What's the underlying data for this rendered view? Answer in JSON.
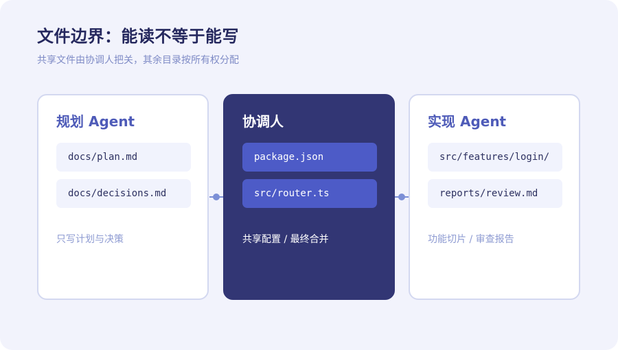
{
  "header": {
    "title": "文件边界：能读不等于能写",
    "subtitle": "共享文件由协调人把关，其余目录按所有权分配"
  },
  "panels": [
    {
      "title": "规划 Agent",
      "files": [
        "docs/plan.md",
        "docs/decisions.md"
      ],
      "note": "只写计划与决策"
    },
    {
      "title": "协调人",
      "files": [
        "package.json",
        "src/router.ts"
      ],
      "note": "共享配置 / 最终合并"
    },
    {
      "title": "实现 Agent",
      "files": [
        "src/features/login/",
        "reports/review.md"
      ],
      "note": "功能切片 / 审查报告"
    }
  ],
  "colors": {
    "background": "#f2f3fc",
    "title": "#25285e",
    "accent": "#4e5bb8",
    "dark_panel": "#323674",
    "dark_chip": "#4d5bc7",
    "light_chip": "#f1f3fd",
    "connector": "#7c8fd6"
  }
}
